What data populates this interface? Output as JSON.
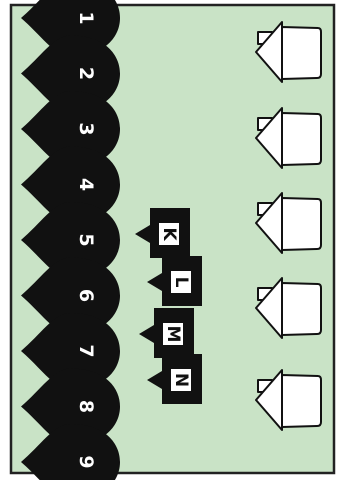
{
  "board": {
    "background": "#c9e3c6",
    "border_color": "#222222",
    "piece_color": "#111111",
    "house_icon": "house-icon"
  },
  "stakes": [
    {
      "label": "1"
    },
    {
      "label": "2"
    },
    {
      "label": "3"
    },
    {
      "label": "4"
    },
    {
      "label": "5"
    },
    {
      "label": "6"
    },
    {
      "label": "7"
    },
    {
      "label": "8"
    },
    {
      "label": "9"
    }
  ],
  "flags": [
    {
      "label": "K"
    },
    {
      "label": "L"
    },
    {
      "label": "M"
    },
    {
      "label": "N"
    }
  ],
  "houses": [
    {
      "name": "house-1"
    },
    {
      "name": "house-2"
    },
    {
      "name": "house-3"
    },
    {
      "name": "house-4"
    },
    {
      "name": "house-5"
    }
  ]
}
